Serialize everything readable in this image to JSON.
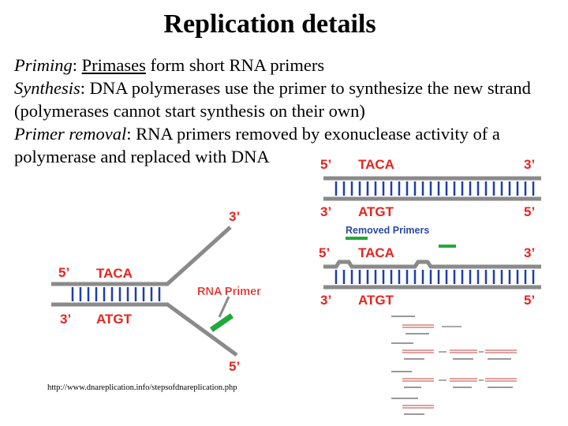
{
  "title": "Replication details",
  "paragraphs": {
    "priming": {
      "term": "Priming",
      "sep": ": ",
      "link": "Primases",
      "rest": " form short RNA primers"
    },
    "synthesis": {
      "term": "Synthesis",
      "text": ": DNA polymerases use the primer to synthesize the new strand (polymerases cannot start synthesis on their own)"
    },
    "removal": {
      "term": "Primer removal",
      "text": ": RNA primers removed by exonuclease activity of a polymerase and replaced with DNA"
    }
  },
  "fork_diagram": {
    "label_5_top_left": "5’",
    "label_3_top_right": "3’",
    "seq_top": "TACA",
    "label_3_bottom_left": "3’",
    "seq_bottom": "ATGT",
    "primer_label": "RNA Primer",
    "label_5_bottom_right": "5’",
    "colors": {
      "strand": "#8a8a8a",
      "bases": "#1d3faa",
      "primer": "#1faa3a",
      "text_primer": "#f5f5f5"
    }
  },
  "removal_diagram": {
    "top_5": "5’",
    "top_seq": "TACA",
    "top_3": "3’",
    "mid_3": "3’",
    "mid_seq": "ATGT",
    "mid_5": "5’",
    "removed_label": "Removed Primers",
    "bot_5": "5’",
    "bot_seq": "TACA",
    "bot_3": "3’",
    "last_3": "3’",
    "last_seq": "ATGT",
    "last_5": "5’",
    "colors": {
      "label_red": "#e8231e",
      "strand": "#8a8a8a",
      "bases": "#1d3faa",
      "primer": "#1faa3a",
      "removed_text": "#2b4a9c"
    }
  },
  "source_url": "http://www.dnareplication.info/stepsofdnareplication.php"
}
